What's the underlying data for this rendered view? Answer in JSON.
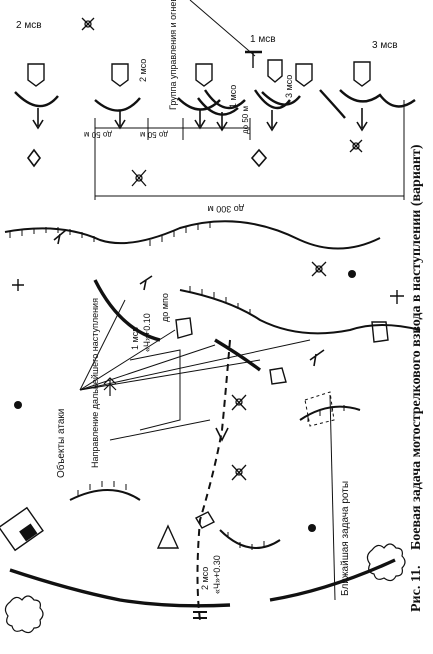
{
  "caption": {
    "prefix": "Рис. 11.",
    "text": "Боевая задача мотострелкового взвода в наступлении (вариант)"
  },
  "labels": {
    "msv2_top": "2 мсв",
    "msv1_top": "1 мсв",
    "msv3_top": "3 мсв",
    "mso2_top": "2 мсо",
    "mso1_top": "1 мсо",
    "mso3_top": "3 мсо",
    "support_group": "Группа управления и огневой поддержки",
    "dist_50_a": "до 50 м",
    "dist_50_b": "до 50 м",
    "dist_50_c": "до 50 м",
    "dist_300": "до 300 м",
    "attack_objects": "Объекты атаки",
    "next_direction": "Направление дальнейшего наступления",
    "msv1_map": "1 мсв",
    "time_1": "«Ч»+0.10",
    "to_mpo": "до мпо",
    "mso2_map": "2 мсо",
    "time_2": "«Ч»+0.30",
    "company_task": "Ближайшая задача роты"
  },
  "icons": [
    "infantry-vehicle-icon",
    "tank-icon",
    "bush-icon",
    "tree-icon",
    "artillery-icon",
    "anti-tank-icon",
    "antenna-icon",
    "building-icon",
    "enemy-trench-icon"
  ]
}
